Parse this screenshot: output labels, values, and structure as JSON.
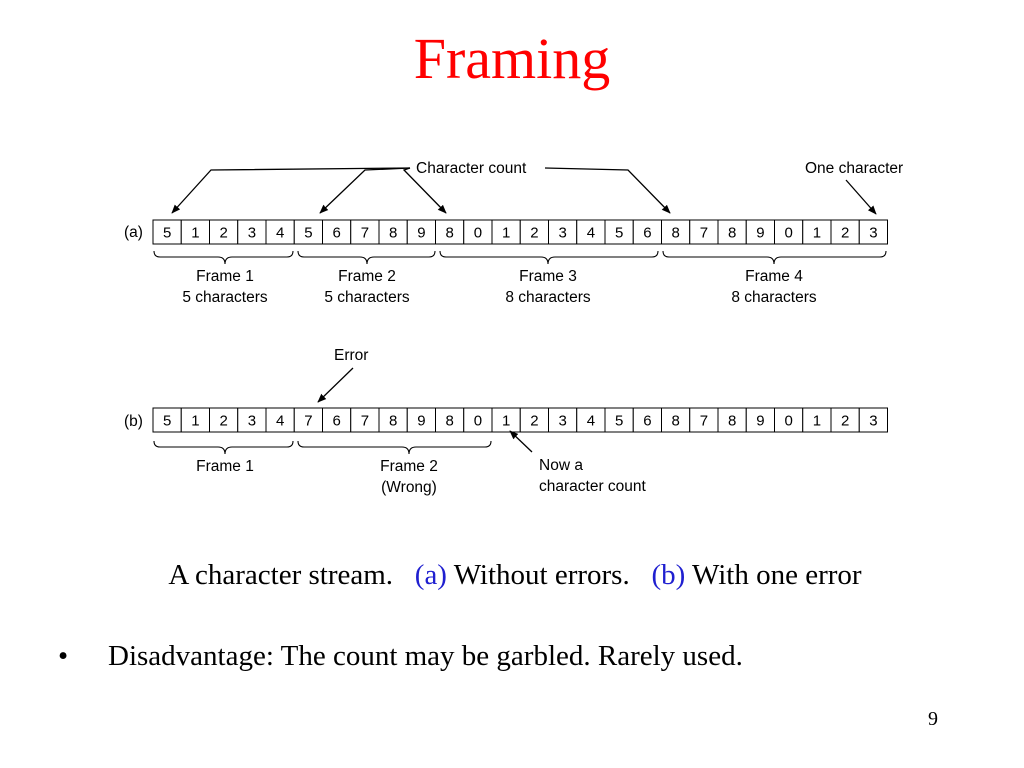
{
  "title": "Framing",
  "diagram": {
    "character_count_label": "Character count",
    "one_character_label": "One character",
    "error_label": "Error",
    "row_a": {
      "label": "(a)",
      "cells": [
        "5",
        "1",
        "2",
        "3",
        "4",
        "5",
        "6",
        "7",
        "8",
        "9",
        "8",
        "0",
        "1",
        "2",
        "3",
        "4",
        "5",
        "6",
        "8",
        "7",
        "8",
        "9",
        "0",
        "1",
        "2",
        "3"
      ],
      "frames": [
        {
          "name": "Frame 1",
          "detail": "5 characters"
        },
        {
          "name": "Frame 2",
          "detail": "5 characters"
        },
        {
          "name": "Frame 3",
          "detail": "8 characters"
        },
        {
          "name": "Frame 4",
          "detail": "8 characters"
        }
      ]
    },
    "row_b": {
      "label": "(b)",
      "cells": [
        "5",
        "1",
        "2",
        "3",
        "4",
        "7",
        "6",
        "7",
        "8",
        "9",
        "8",
        "0",
        "1",
        "2",
        "3",
        "4",
        "5",
        "6",
        "8",
        "7",
        "8",
        "9",
        "0",
        "1",
        "2",
        "3"
      ],
      "frames": [
        {
          "name": "Frame 1",
          "detail": ""
        },
        {
          "name": "Frame 2",
          "detail": "(Wrong)"
        }
      ],
      "now_label_1": "Now a",
      "now_label_2": "character count"
    }
  },
  "caption": {
    "part1": "A character stream.",
    "a_marker": "(a)",
    "part2": "Without errors.",
    "b_marker": "(b)",
    "part3": "With one error"
  },
  "bullet": {
    "symbol": "•",
    "text": "Disadvantage: The count may be garbled. Rarely used."
  },
  "page_number": "9",
  "colors": {
    "title": "#ff0000",
    "caption_markers": "#1f1fd0"
  }
}
